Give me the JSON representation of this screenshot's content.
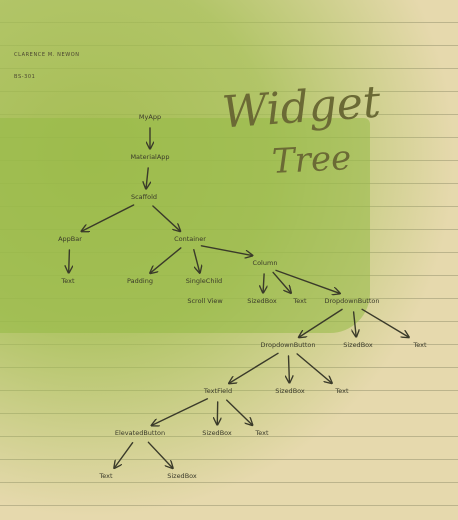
{
  "header": {
    "name_line": "CLARENCE  M.  NEWON",
    "class_line": "BS-301"
  },
  "title": {
    "line1": "Widget",
    "line2": "Tree"
  },
  "nodes": [
    {
      "id": "myapp",
      "label": "MyApp"
    },
    {
      "id": "materialapp",
      "label": "MaterialApp"
    },
    {
      "id": "scaffold",
      "label": "Scaffold"
    },
    {
      "id": "appbar",
      "label": "AppBar"
    },
    {
      "id": "container",
      "label": "Container"
    },
    {
      "id": "appbar_text",
      "label": "Text"
    },
    {
      "id": "padding",
      "label": "Padding"
    },
    {
      "id": "singlechild",
      "label": "SingleChild"
    },
    {
      "id": "column",
      "label": "Column"
    },
    {
      "id": "scrollview",
      "label": "Scroll View"
    },
    {
      "id": "sizedbox1",
      "label": "SizedBox"
    },
    {
      "id": "col_text",
      "label": "Text"
    },
    {
      "id": "dropdown1",
      "label": "DropdownButton"
    },
    {
      "id": "dropdown2",
      "label": "DropdownButton"
    },
    {
      "id": "sizedbox2",
      "label": "SizedBox"
    },
    {
      "id": "text3",
      "label": "Text"
    },
    {
      "id": "textfield",
      "label": "TextField"
    },
    {
      "id": "sizedbox3",
      "label": "SizedBox"
    },
    {
      "id": "text4",
      "label": "Text"
    },
    {
      "id": "elevated",
      "label": "ElevatedButton"
    },
    {
      "id": "sizedbox4",
      "label": "SizedBox"
    },
    {
      "id": "text5",
      "label": "Text"
    },
    {
      "id": "text6",
      "label": "Text"
    },
    {
      "id": "sizedbox5",
      "label": "SizedBox"
    }
  ],
  "edges": [
    [
      "myapp",
      "materialapp"
    ],
    [
      "materialapp",
      "scaffold"
    ],
    [
      "scaffold",
      "appbar"
    ],
    [
      "scaffold",
      "container"
    ],
    [
      "appbar",
      "appbar_text"
    ],
    [
      "container",
      "padding"
    ],
    [
      "container",
      "singlechild"
    ],
    [
      "container",
      "column"
    ],
    [
      "column",
      "sizedbox1"
    ],
    [
      "column",
      "col_text"
    ],
    [
      "column",
      "dropdown1"
    ],
    [
      "dropdown1",
      "dropdown2"
    ],
    [
      "dropdown1",
      "sizedbox2"
    ],
    [
      "dropdown1",
      "text3"
    ],
    [
      "dropdown2",
      "textfield"
    ],
    [
      "dropdown2",
      "sizedbox3"
    ],
    [
      "dropdown2",
      "text4"
    ],
    [
      "textfield",
      "elevated"
    ],
    [
      "textfield",
      "sizedbox4"
    ],
    [
      "textfield",
      "text5"
    ],
    [
      "elevated",
      "text6"
    ],
    [
      "elevated",
      "sizedbox5"
    ]
  ]
}
